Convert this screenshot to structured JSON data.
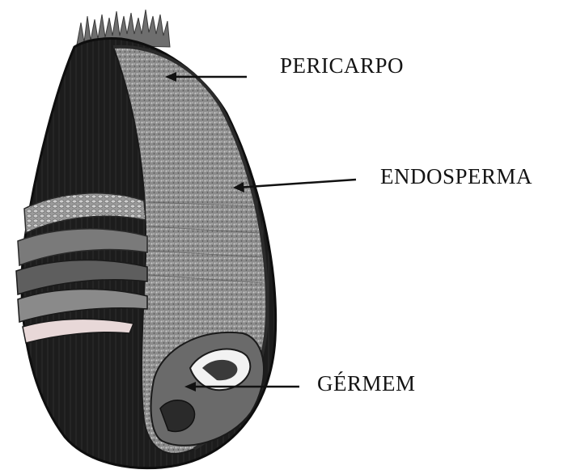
{
  "diagram": {
    "labels": {
      "pericarpo": "PERICARPO",
      "endosperma": "ENDOSPERMA",
      "germem": "GÉRMEM"
    }
  },
  "colors": {
    "background": "#ffffff",
    "outer_dark": "#1e1e1e",
    "endosperm": "#8a8a8a",
    "layers": "#b8b8b8",
    "arrow": "#111111"
  }
}
